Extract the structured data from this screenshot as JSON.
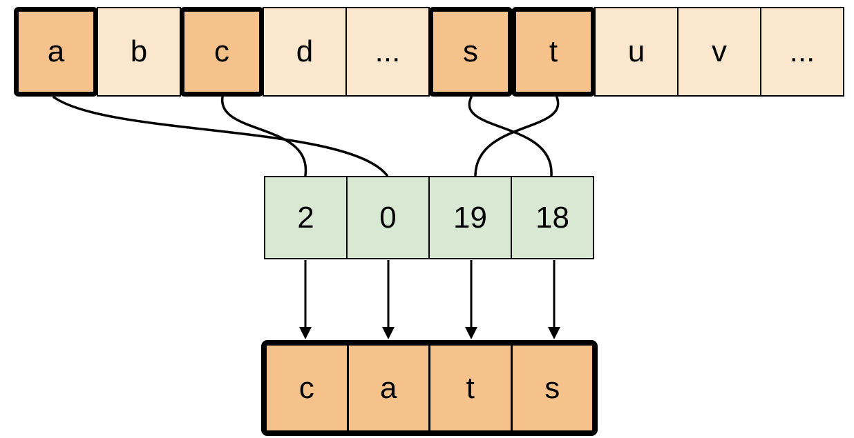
{
  "alphabet": {
    "cells": [
      {
        "label": "a",
        "highlighted": true
      },
      {
        "label": "b",
        "highlighted": false
      },
      {
        "label": "c",
        "highlighted": true
      },
      {
        "label": "d",
        "highlighted": false
      },
      {
        "label": "...",
        "highlighted": false
      },
      {
        "label": "s",
        "highlighted": true
      },
      {
        "label": "t",
        "highlighted": true
      },
      {
        "label": "u",
        "highlighted": false
      },
      {
        "label": "v",
        "highlighted": false
      },
      {
        "label": "...",
        "highlighted": false
      }
    ]
  },
  "indices": {
    "cells": [
      {
        "label": "2"
      },
      {
        "label": "0"
      },
      {
        "label": "19"
      },
      {
        "label": "18"
      }
    ]
  },
  "output": {
    "cells": [
      {
        "label": "c"
      },
      {
        "label": "a"
      },
      {
        "label": "t"
      },
      {
        "label": "s"
      }
    ]
  },
  "connectors": [
    {
      "from_letter": "a",
      "to_index_value": "0"
    },
    {
      "from_letter": "c",
      "to_index_value": "2"
    },
    {
      "from_letter": "s",
      "to_index_value": "18"
    },
    {
      "from_letter": "t",
      "to_index_value": "19"
    }
  ],
  "colors": {
    "highlight_fill": "#F5C28C",
    "base_fill": "#FAE7CE",
    "index_fill": "#D9E8D3",
    "outline": "#000000",
    "background": "#FFFFFF"
  }
}
